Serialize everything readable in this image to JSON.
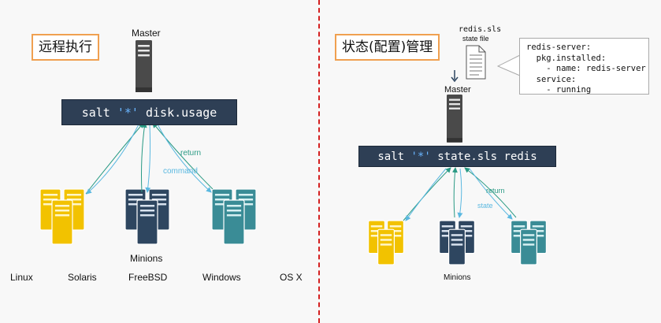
{
  "left": {
    "title": "远程执行",
    "master_label": "Master",
    "command": {
      "prefix": "salt ",
      "target": "'*'",
      "suffix": " disk.usage"
    },
    "return_label": "return",
    "command_label": "command",
    "minions_label": "Minions",
    "os_labels": [
      "Linux",
      "Solaris",
      "FreeBSD",
      "Windows",
      "OS X"
    ]
  },
  "right": {
    "title": "状态(配置)管理",
    "file_name": "redis.sls",
    "file_caption": "state file",
    "master_label": "Master",
    "command": {
      "prefix": "salt ",
      "target": "'*'",
      "suffix": " state.sls redis"
    },
    "return_label": "return",
    "state_label": "state",
    "minions_label": "Minions",
    "yaml": "redis-server:\n  pkg.installed:\n    - name: redis-server\n  service:\n    - running"
  },
  "colors": {
    "divider": "#d42020",
    "command_bg": "#2e3f55",
    "server_gray": "#4a4a4a",
    "server_yellow": "#f2c200",
    "server_navy": "#2e4660",
    "server_teal": "#3a8c96",
    "arrow_green": "#2a9a84",
    "arrow_blue": "#5ab8e0",
    "title_border": "#f0a050"
  },
  "icons": [
    "server-icon",
    "server-cluster-icon",
    "document-icon",
    "arrow-down-icon"
  ]
}
